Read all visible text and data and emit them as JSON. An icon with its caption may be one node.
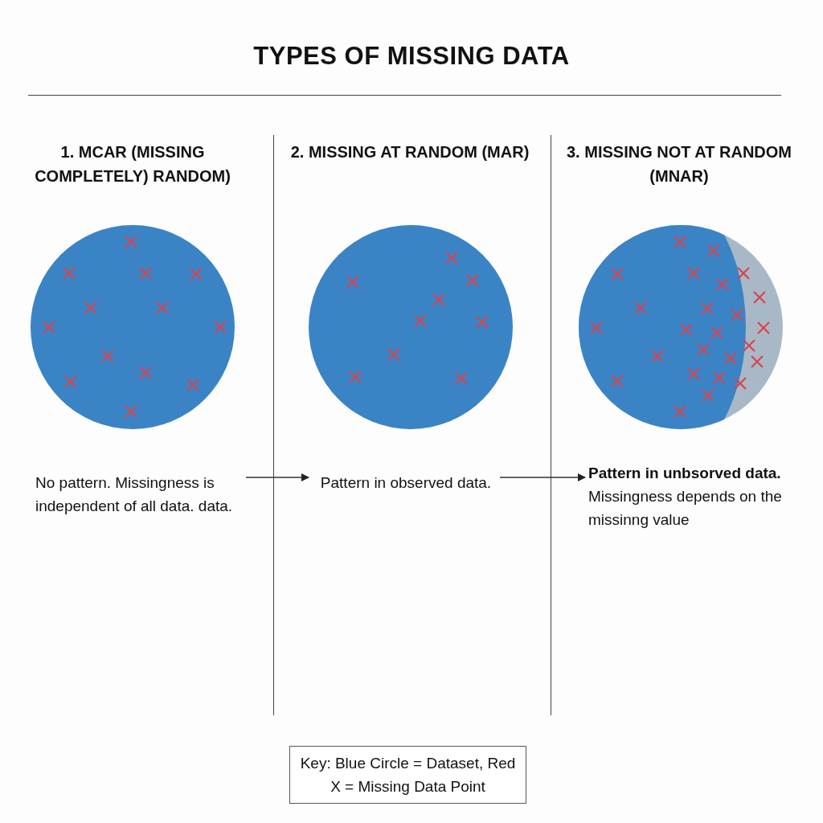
{
  "diagram": {
    "title": "TYPES OF MISSING DATA",
    "nodes": [
      {
        "text": [
          "No pattern. Missingness is independent of all data. data."
        ]
      },
      {
        "text": [
          "Pattern in observed data."
        ]
      },
      {
        "text": [
          "Pattern in unbsorved data.",
          "Missingness depends on the missinng value"
        ]
      },
      {
        "text": [
          "Key: Blue Circle = Dataset, Red X = Missing Data Point"
        ]
      }
    ],
    "edges": [
      {
        "from": 0,
        "to": 1,
        "arrow": "to"
      },
      {
        "from": 1,
        "to": 2,
        "arrow": "to"
      }
    ],
    "labels": [
      "1. MCAR (MISSING COMPLETELY) RANDOM)",
      "2. MISSING AT RANDOM (MAR)",
      "3. MISSING NOT AT RANDOM (MNAR)"
    ]
  }
}
